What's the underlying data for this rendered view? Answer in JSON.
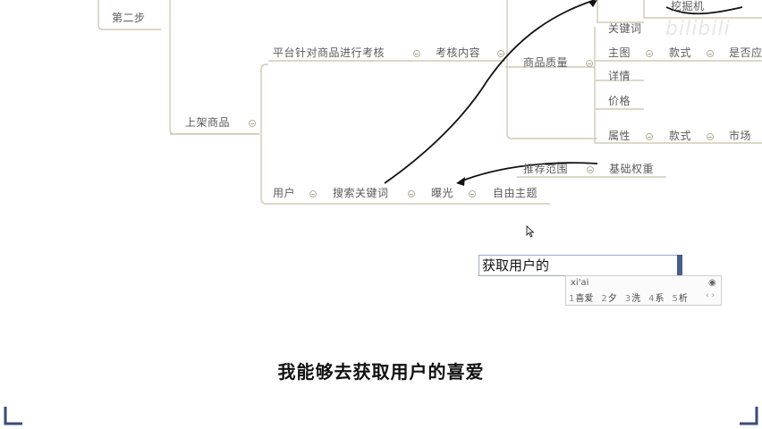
{
  "mindmap": {
    "nodes": {
      "step2": "第二步",
      "digger": "挖掘机",
      "keyword_top": "关键词",
      "platform_review": "平台针对商品进行考核",
      "review_content": "考核内容",
      "product_quality": "商品质量",
      "main_image": "主图",
      "style1": "款式",
      "is_or_not": "是否应",
      "details": "详情",
      "price": "价格",
      "listing": "上架商品",
      "attribute": "属性",
      "style2": "款式",
      "market": "市场",
      "recommend_range": "推荐范围",
      "base_weight": "基础权重",
      "user": "用户",
      "search_keyword": "搜索关键词",
      "exposure": "曝光",
      "free_topic": "自由主题"
    }
  },
  "ime": {
    "input_value": "获取用户的",
    "pinyin": "xi'ai",
    "candidates": [
      {
        "index": "1",
        "text": "喜爱"
      },
      {
        "index": "2",
        "text": "夕"
      },
      {
        "index": "3",
        "text": "洗"
      },
      {
        "index": "4",
        "text": "系"
      },
      {
        "index": "5",
        "text": "析"
      }
    ],
    "eye_icon": "eye-icon",
    "nav": "‹ ›"
  },
  "subtitle": "我能够去获取用户的喜爱",
  "watermark": "bilibili",
  "colors": {
    "line": "#cfcbb6",
    "arrow": "#111111",
    "corner_bracket": "#3a4a7a"
  }
}
